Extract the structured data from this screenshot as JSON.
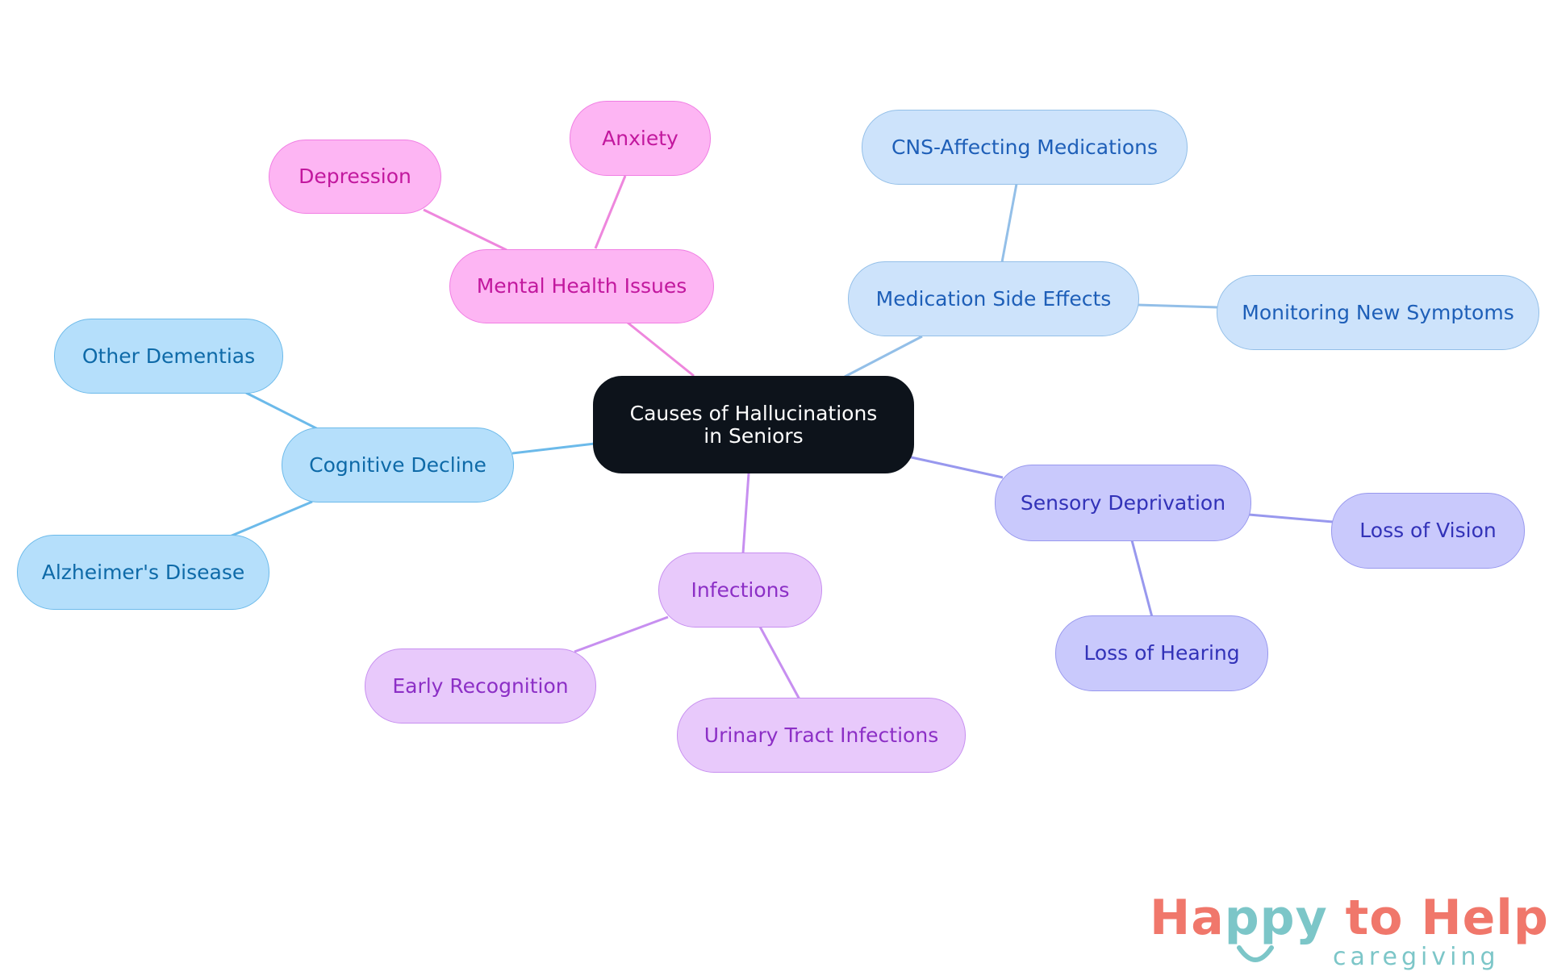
{
  "diagram": {
    "root": {
      "label": "Causes of Hallucinations in Seniors"
    },
    "branches": [
      {
        "label": "Mental Health Issues",
        "color": "#ee87dd",
        "children": [
          "Depression",
          "Anxiety"
        ]
      },
      {
        "label": "Medication Side Effects",
        "color": "#93bfe8",
        "children": [
          "CNS-Affecting Medications",
          "Monitoring New Symptoms"
        ]
      },
      {
        "label": "Cognitive Decline",
        "color": "#6cbaea",
        "children": [
          "Other Dementias",
          "Alzheimer's Disease"
        ]
      },
      {
        "label": "Infections",
        "color": "#c78ff0",
        "children": [
          "Early Recognition",
          "Urinary Tract Infections"
        ]
      },
      {
        "label": "Sensory Deprivation",
        "color": "#9898ee",
        "children": [
          "Loss of Vision",
          "Loss of Hearing"
        ]
      }
    ]
  },
  "logo": {
    "part1": "Ha",
    "part2": "ppy",
    "part3": " to Help",
    "tagline": "caregiving",
    "colors": {
      "coral": "#f0776b",
      "teal": "#7cc6c8"
    }
  }
}
